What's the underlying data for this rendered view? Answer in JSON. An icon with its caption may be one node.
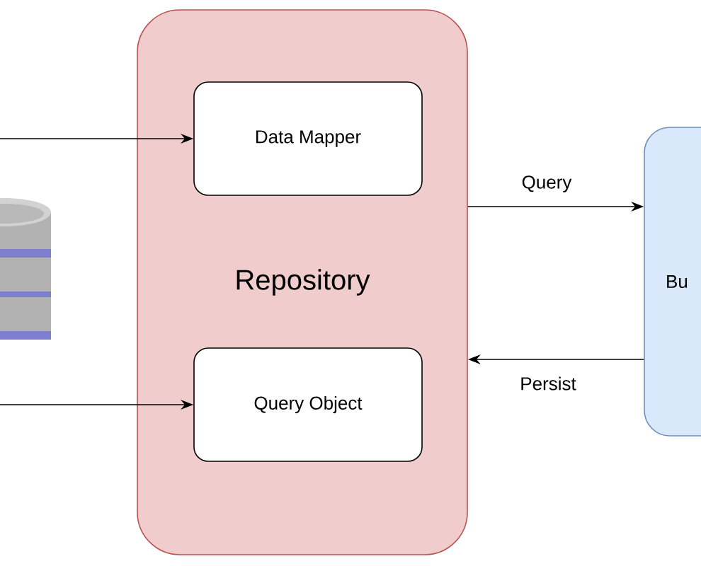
{
  "diagram": {
    "nodes": [
      {
        "text": [
          "Repository"
        ]
      },
      {
        "text": [
          "Data Mapper"
        ],
        "in": 0
      },
      {
        "text": [
          "Query Object"
        ],
        "in": 0
      },
      {
        "text": [
          "Bu"
        ]
      }
    ],
    "edges": [
      {
        "from": null,
        "to": 1,
        "arrow": "to"
      },
      {
        "from": null,
        "to": 2,
        "arrow": "to"
      },
      {
        "from": 0,
        "to": 3,
        "arrow": "to",
        "label": "Query"
      },
      {
        "from": 3,
        "to": 0,
        "arrow": "to",
        "label": "Persist"
      }
    ]
  }
}
